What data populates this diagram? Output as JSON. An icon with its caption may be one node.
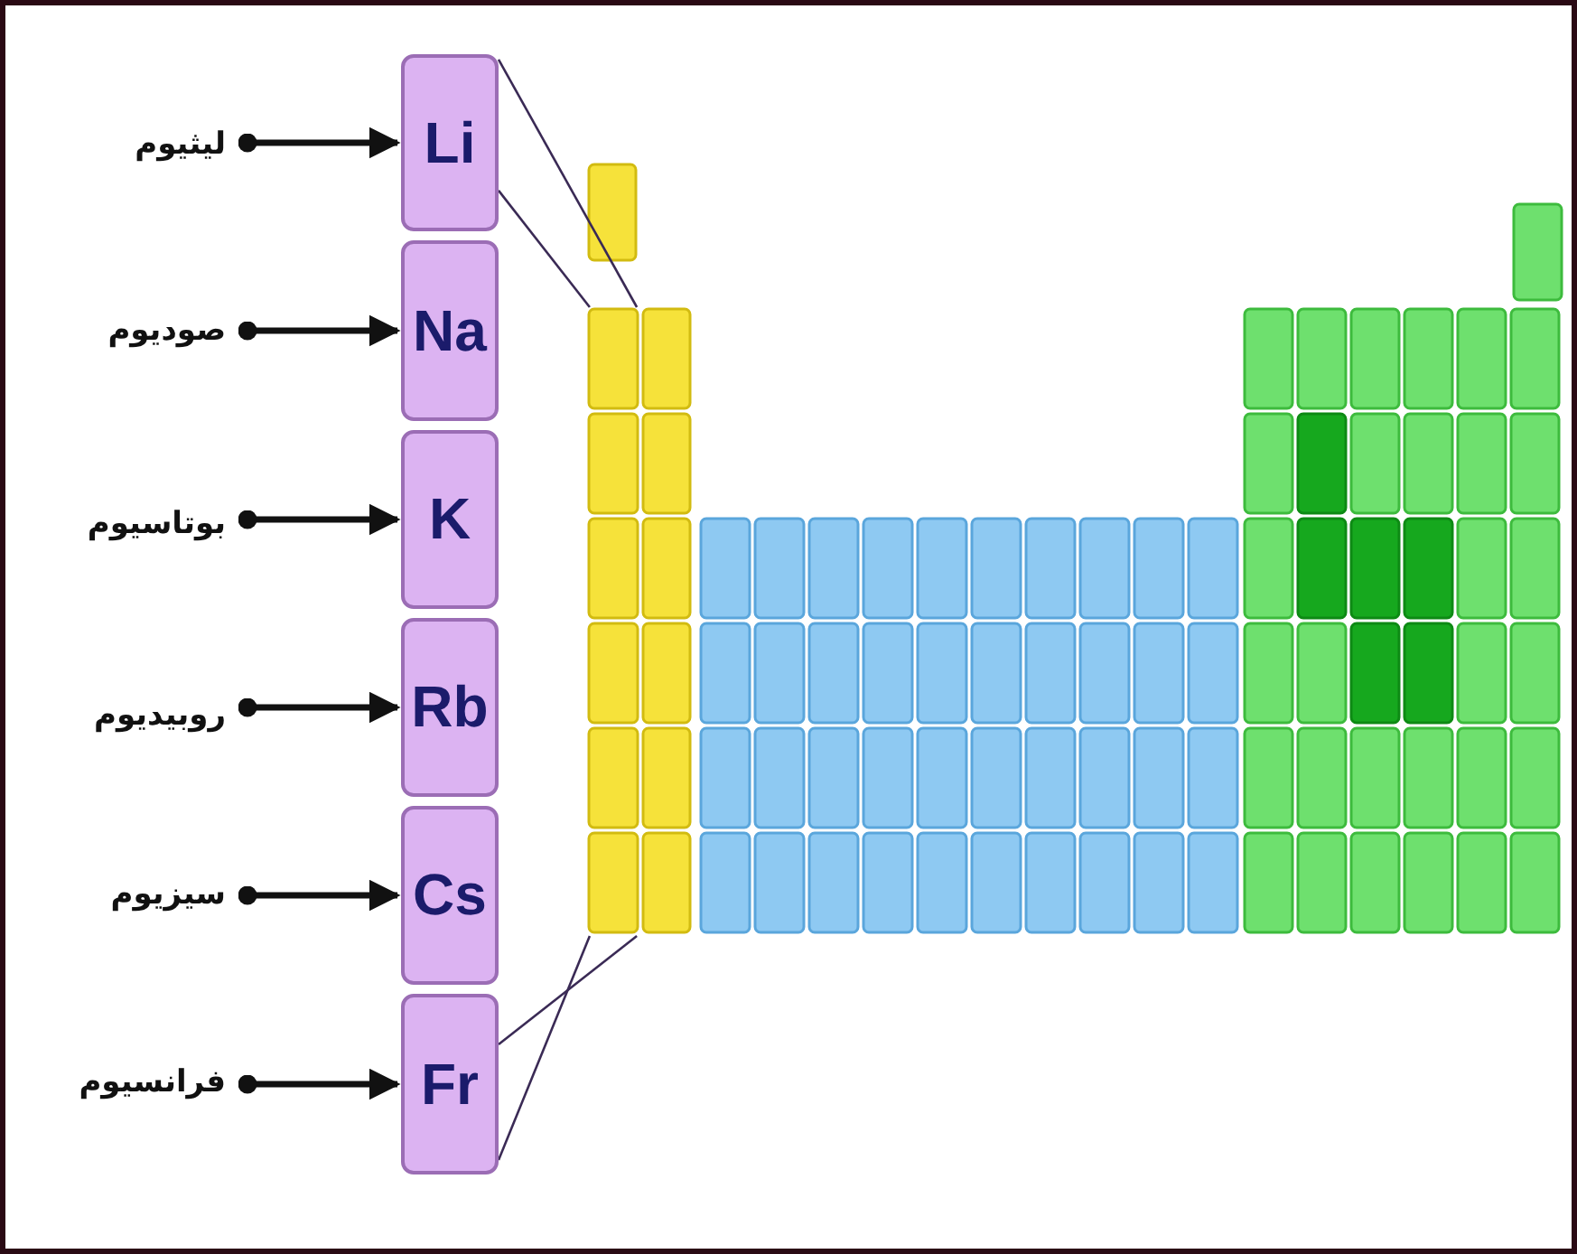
{
  "diagram": {
    "nodes": [
      {
        "text": [
          "ليثيوم"
        ]
      },
      {
        "text": [
          "صوديوم"
        ]
      },
      {
        "text": [
          "بوتاسيوم"
        ]
      },
      {
        "text": [
          "روبيديوم"
        ]
      },
      {
        "text": [
          "سيزيوم"
        ]
      },
      {
        "text": [
          "فرانسيوم"
        ]
      },
      {
        "text": [
          "Li"
        ]
      },
      {
        "text": [
          "Na"
        ]
      },
      {
        "text": [
          "K"
        ]
      },
      {
        "text": [
          "Rb"
        ]
      },
      {
        "text": [
          "Cs"
        ]
      },
      {
        "text": [
          "Fr"
        ]
      },
      {
        "text": [],
        "shape": "bar"
      }
    ],
    "edges": [
      {
        "from": 0,
        "to": 6,
        "arrow": "to"
      },
      {
        "from": 1,
        "to": 7,
        "arrow": "to"
      },
      {
        "from": 2,
        "to": 8,
        "arrow": "to"
      },
      {
        "from": 3,
        "to": 9,
        "arrow": "to"
      },
      {
        "from": 4,
        "to": 10,
        "arrow": "to"
      },
      {
        "from": 5,
        "to": 11,
        "arrow": "to"
      },
      {
        "from": 6,
        "to": 12,
        "arrow": "none"
      },
      {
        "from": 6,
        "to": 12,
        "arrow": "none"
      },
      {
        "from": 11,
        "to": 12,
        "arrow": "none"
      },
      {
        "from": 11,
        "to": 12,
        "arrow": "none"
      }
    ]
  }
}
